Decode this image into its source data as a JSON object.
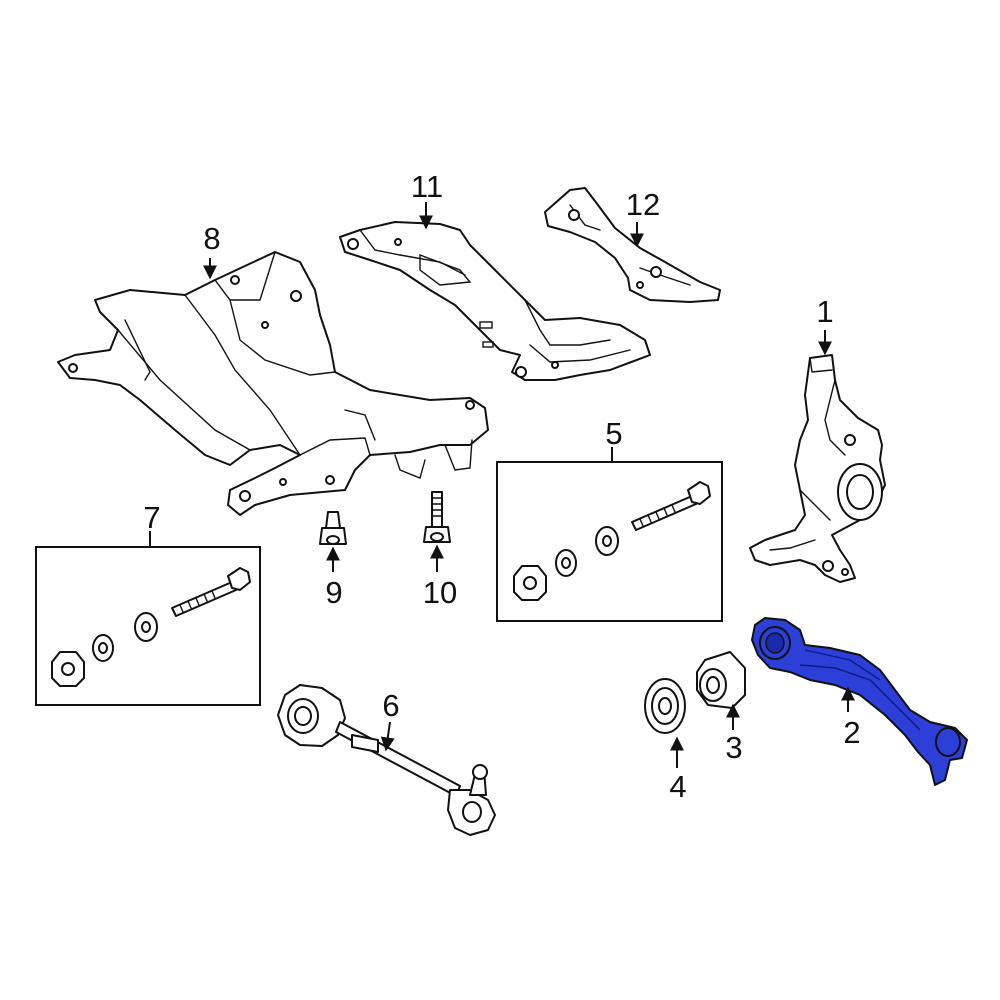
{
  "diagram": {
    "callouts": {
      "c1": "1",
      "c2": "2",
      "c3": "3",
      "c4": "4",
      "c5": "5",
      "c6": "6",
      "c7": "7",
      "c8": "8",
      "c9": "9",
      "c10": "10",
      "c11": "11",
      "c12": "12"
    },
    "highlight_color": "#2c3fd6",
    "line_color": "#111111"
  }
}
